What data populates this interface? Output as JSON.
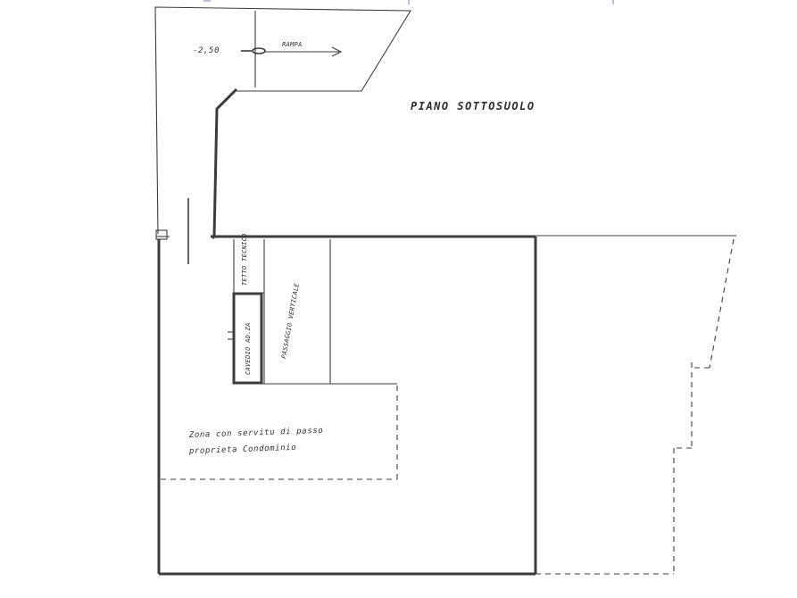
{
  "labels": {
    "floor_title": "PIANO SOTTOSUOLO",
    "level": "-2,50",
    "ramp": "RAMPA",
    "room_top": "TETTO TECNICO",
    "vent_room": "CAVEDIO AD.ZA",
    "corridor": "PASSAGGIO VERTICALE",
    "zone_line1": "Zona con servitu di passo",
    "zone_line2": "proprieta Condominio"
  },
  "colors": {
    "ink": "#3c3c3c",
    "background": "#ffffff"
  }
}
